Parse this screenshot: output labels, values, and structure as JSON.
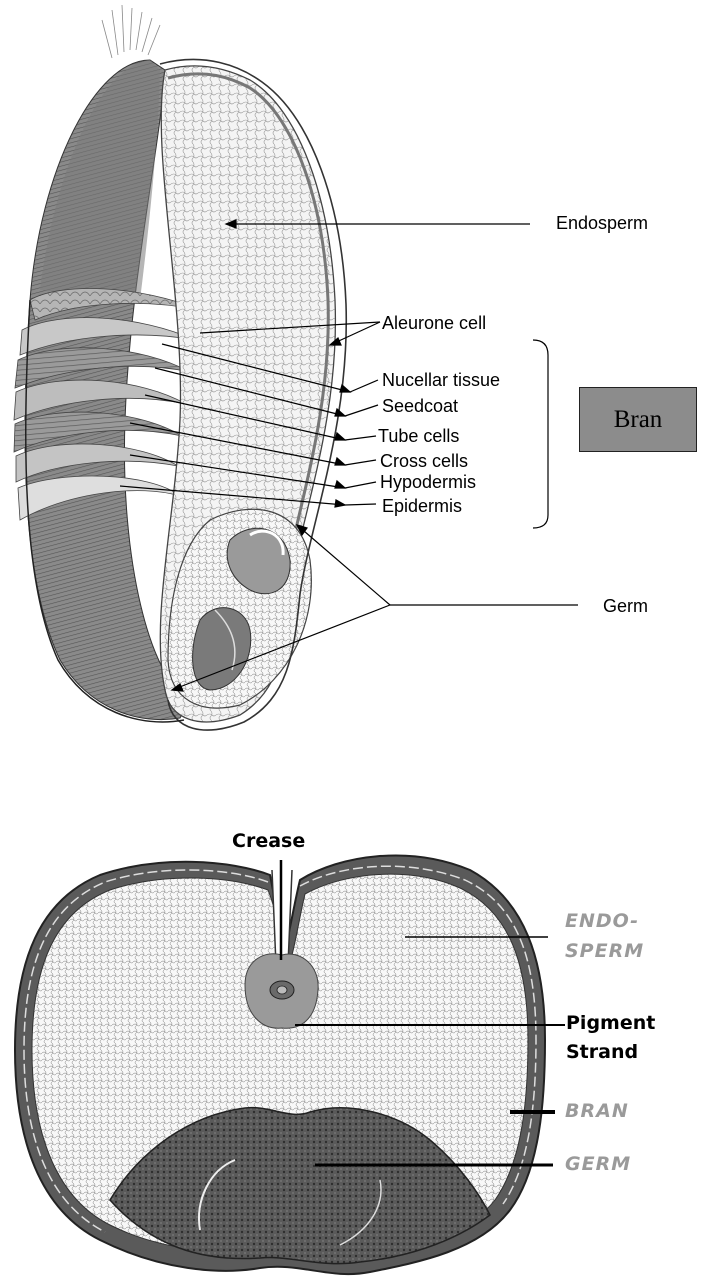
{
  "kernel_diagram": {
    "labels": {
      "endosperm": "Endosperm",
      "aleurone": "Aleurone cell",
      "nucellar": "Nucellar tissue",
      "seedcoat": "Seedcoat",
      "tube": "Tube cells",
      "cross": "Cross cells",
      "hypodermis": "Hypodermis",
      "epidermis": "Epidermis",
      "germ": "Germ"
    },
    "bran_box": "Bran"
  },
  "cross_section": {
    "crease": "Crease",
    "endo_line1": "ENDO-",
    "endo_line2": "SPERM",
    "pigment_line1": "Pigment",
    "pigment_line2": "Strand",
    "bran": "BRAN",
    "germ": "GERM"
  },
  "colors": {
    "endosperm_fill": "#f2f2f2",
    "bran_layers": "#6e6e6e",
    "germ_fill": "#4a4a4a",
    "bran_box": "#8c8c8c"
  }
}
